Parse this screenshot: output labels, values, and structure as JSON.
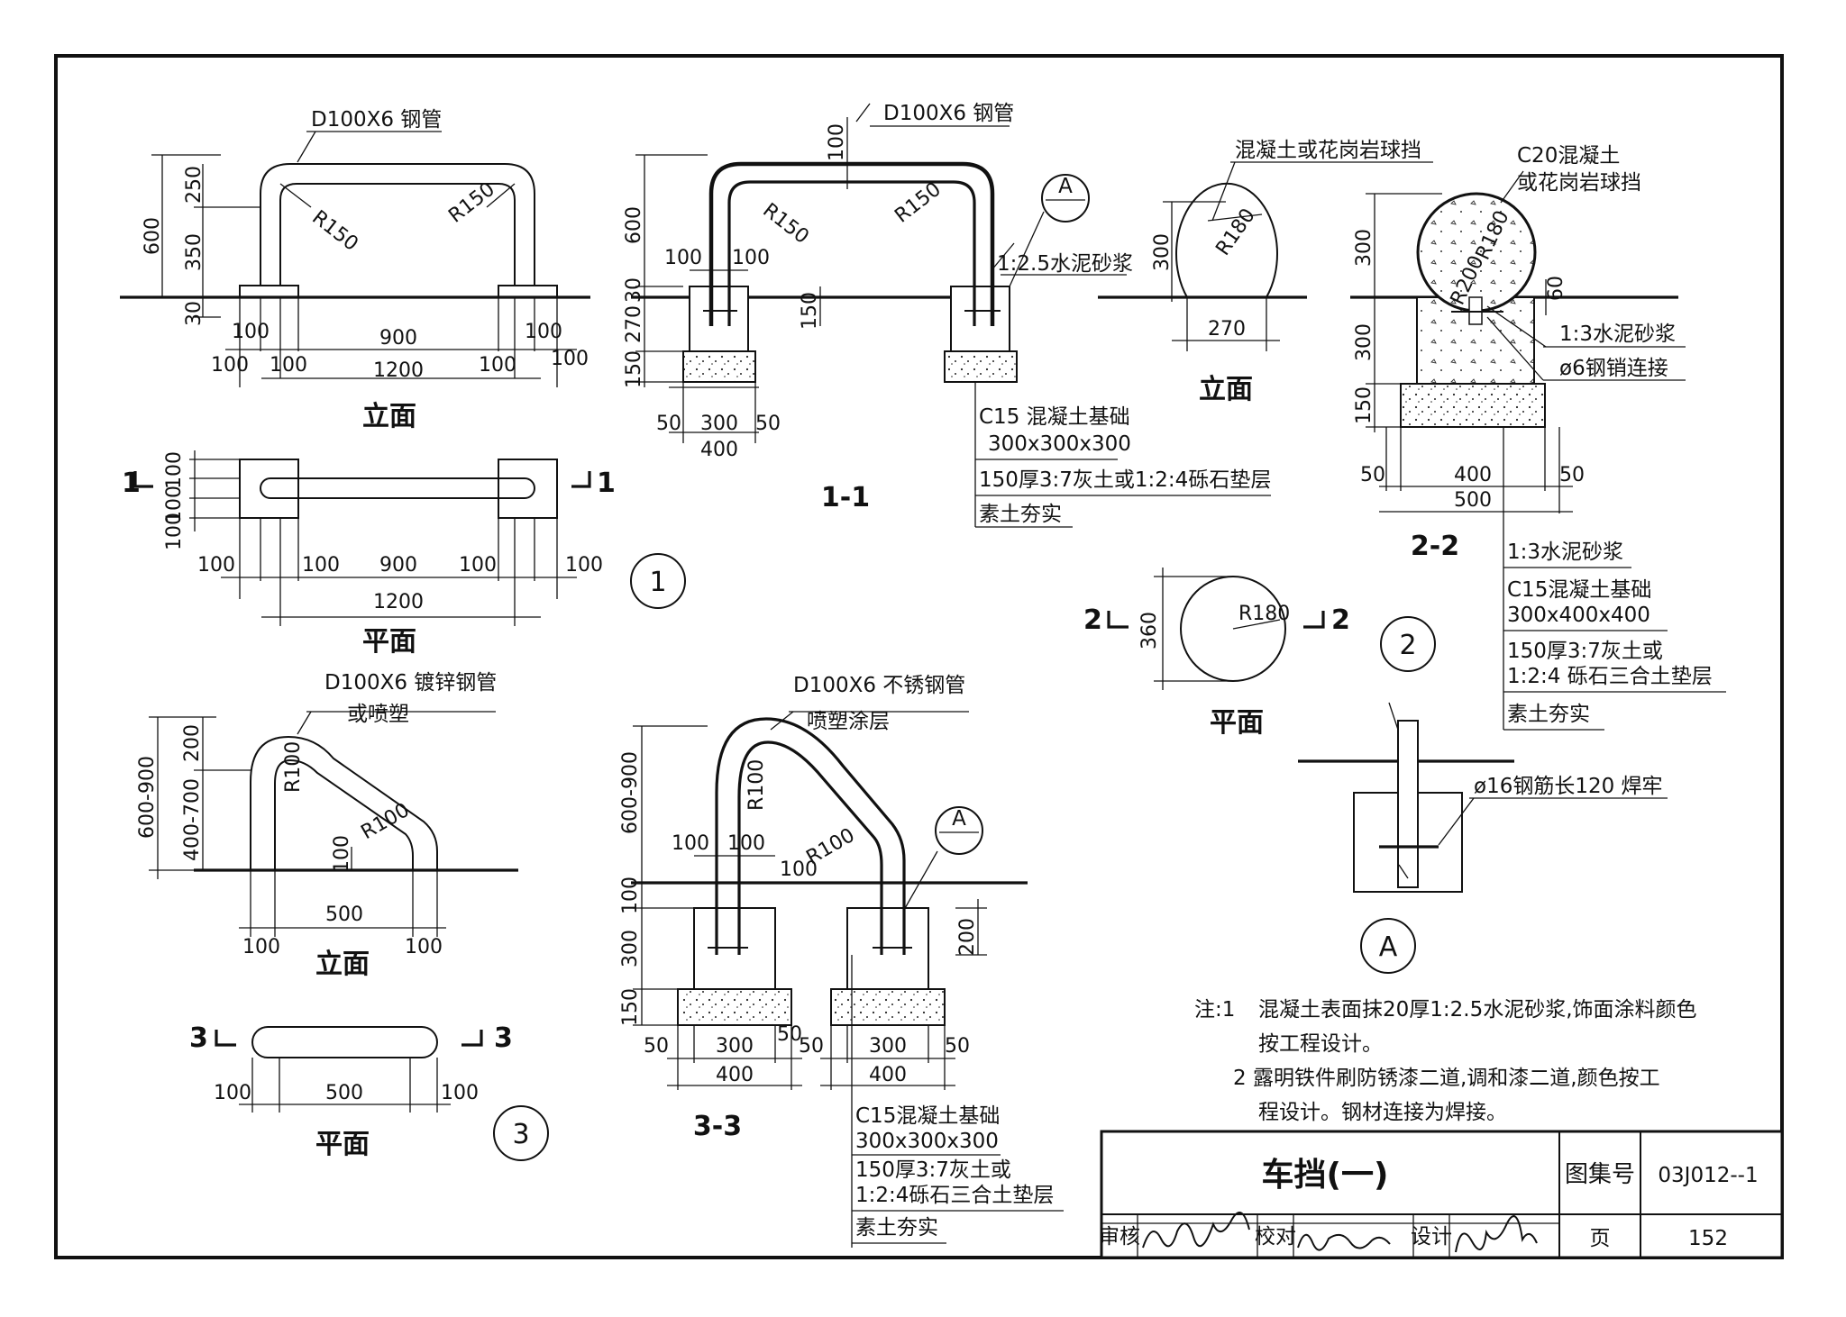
{
  "sheet": {
    "title": "车挡(一)",
    "atlas_label": "图集号",
    "atlas_no": "03J012--1",
    "page_label": "页",
    "page_no": "152",
    "review_label": "审核",
    "check_label": "校对",
    "design_label": "设计"
  },
  "views": {
    "elev1": {
      "pipe": "D100X6 钢管",
      "r_left": "R150",
      "r_right": "R150",
      "dim_600": "600",
      "dim_250": "250",
      "dim_350": "350",
      "dim_30": "30",
      "d100a": "100",
      "d100b": "100",
      "d100c": "100",
      "d100d": "100",
      "d100e": "100",
      "d100f": "100",
      "d900": "900",
      "d1200": "1200",
      "title": "立面"
    },
    "plan1": {
      "cut_left": "1",
      "cut_right": "1",
      "v100a": "100",
      "v100b": "100",
      "v100c": "100",
      "d100a": "100",
      "d100b": "100",
      "d100c": "100",
      "d100d": "100",
      "d900": "900",
      "d1200": "1200",
      "title": "平面"
    },
    "sec11": {
      "pipe": "D100X6 钢管",
      "d100_top": "100",
      "r_left": "R150",
      "r_right": "R150",
      "d600": "600",
      "d30": "30",
      "d270": "270",
      "d150": "150",
      "d150b": "150",
      "d100a": "100",
      "d100b": "100",
      "mortar": "1:2.5水泥砂浆",
      "d50a": "50",
      "d300": "300",
      "d50b": "50",
      "d400": "400",
      "found": "C15 混凝土基础",
      "found_size": "300x300x300",
      "cushion": "150厚3:7灰土或1:2:4砾石垫层",
      "soil": "素土夯实",
      "detail_tag": "A",
      "title": "1-1"
    },
    "num1": "1",
    "elev2": {
      "label": "混凝土或花岗岩球挡",
      "r180": "R180",
      "d300": "300",
      "d270": "270",
      "title": "立面"
    },
    "sec22": {
      "label1": "C20混凝土",
      "label2": "或花岗岩球挡",
      "r180": "R180",
      "r200": "R200",
      "d60": "60",
      "d300a": "300",
      "d300b": "300",
      "d150": "150",
      "mortar": "1:3水泥砂浆",
      "pin": "ø6钢销连接",
      "d50a": "50",
      "d400": "400",
      "d50b": "50",
      "d500": "500",
      "title": "2-2",
      "n_mortar": "1:3水泥砂浆",
      "n_found": "C15混凝土基础",
      "n_found_size": "300x400x400",
      "n_cushion1": "150厚3:7灰土或",
      "n_cushion2": "1:2:4 砾石三合土垫层",
      "n_soil": "素土夯实"
    },
    "plan2": {
      "cut_left": "2",
      "cut_right": "2",
      "r180": "R180",
      "d360": "360",
      "title": "平面"
    },
    "num2": "2",
    "detailA": {
      "rebar": "ø16钢筋长120 焊牢",
      "tag": "A"
    },
    "elev3": {
      "pipe1": "D100X6 镀锌钢管",
      "pipe2": "或喷塑",
      "d600_900": "600-900",
      "d200": "200",
      "d400_700": "400-700",
      "r100a": "R100",
      "r100b": "R100",
      "d100v": "100",
      "d100a": "100",
      "d500": "500",
      "d100b": "100",
      "title": "立面"
    },
    "plan3": {
      "cut_left": "3",
      "cut_right": "3",
      "d100a": "100",
      "d500": "500",
      "d100b": "100",
      "title": "平面"
    },
    "num3": "3",
    "sec33": {
      "pipe1": "D100X6 不锈钢管",
      "pipe2": "喷塑涂层",
      "r100a": "R100",
      "r100b": "R100",
      "d600_900": "600-900",
      "d100": "100",
      "d300": "300",
      "d150": "150",
      "d100a": "100",
      "d100b": "100",
      "d100c": "100",
      "d200": "200",
      "detail_tag": "A",
      "d50a": "50",
      "d300a": "300",
      "d50b": "50",
      "d400a": "400",
      "d50c": "50",
      "d300b": "300",
      "d50d": "50",
      "d400b": "400",
      "found": "C15混凝土基础",
      "found_size": "300x300x300",
      "cushion1": "150厚3:7灰土或",
      "cushion2": "1:2:4砾石三合土垫层",
      "soil": "素土夯实",
      "title": "3-3"
    }
  },
  "notes": {
    "prefix": "注:1",
    "n1a": "混凝土表面抹20厚1:2.5水泥砂浆,饰面涂料颜色",
    "n1b": "按工程设计。",
    "n2a": "2  露明铁件刷防锈漆二道,调和漆二道,颜色按工",
    "n2b": "程设计。钢材连接为焊接。"
  }
}
